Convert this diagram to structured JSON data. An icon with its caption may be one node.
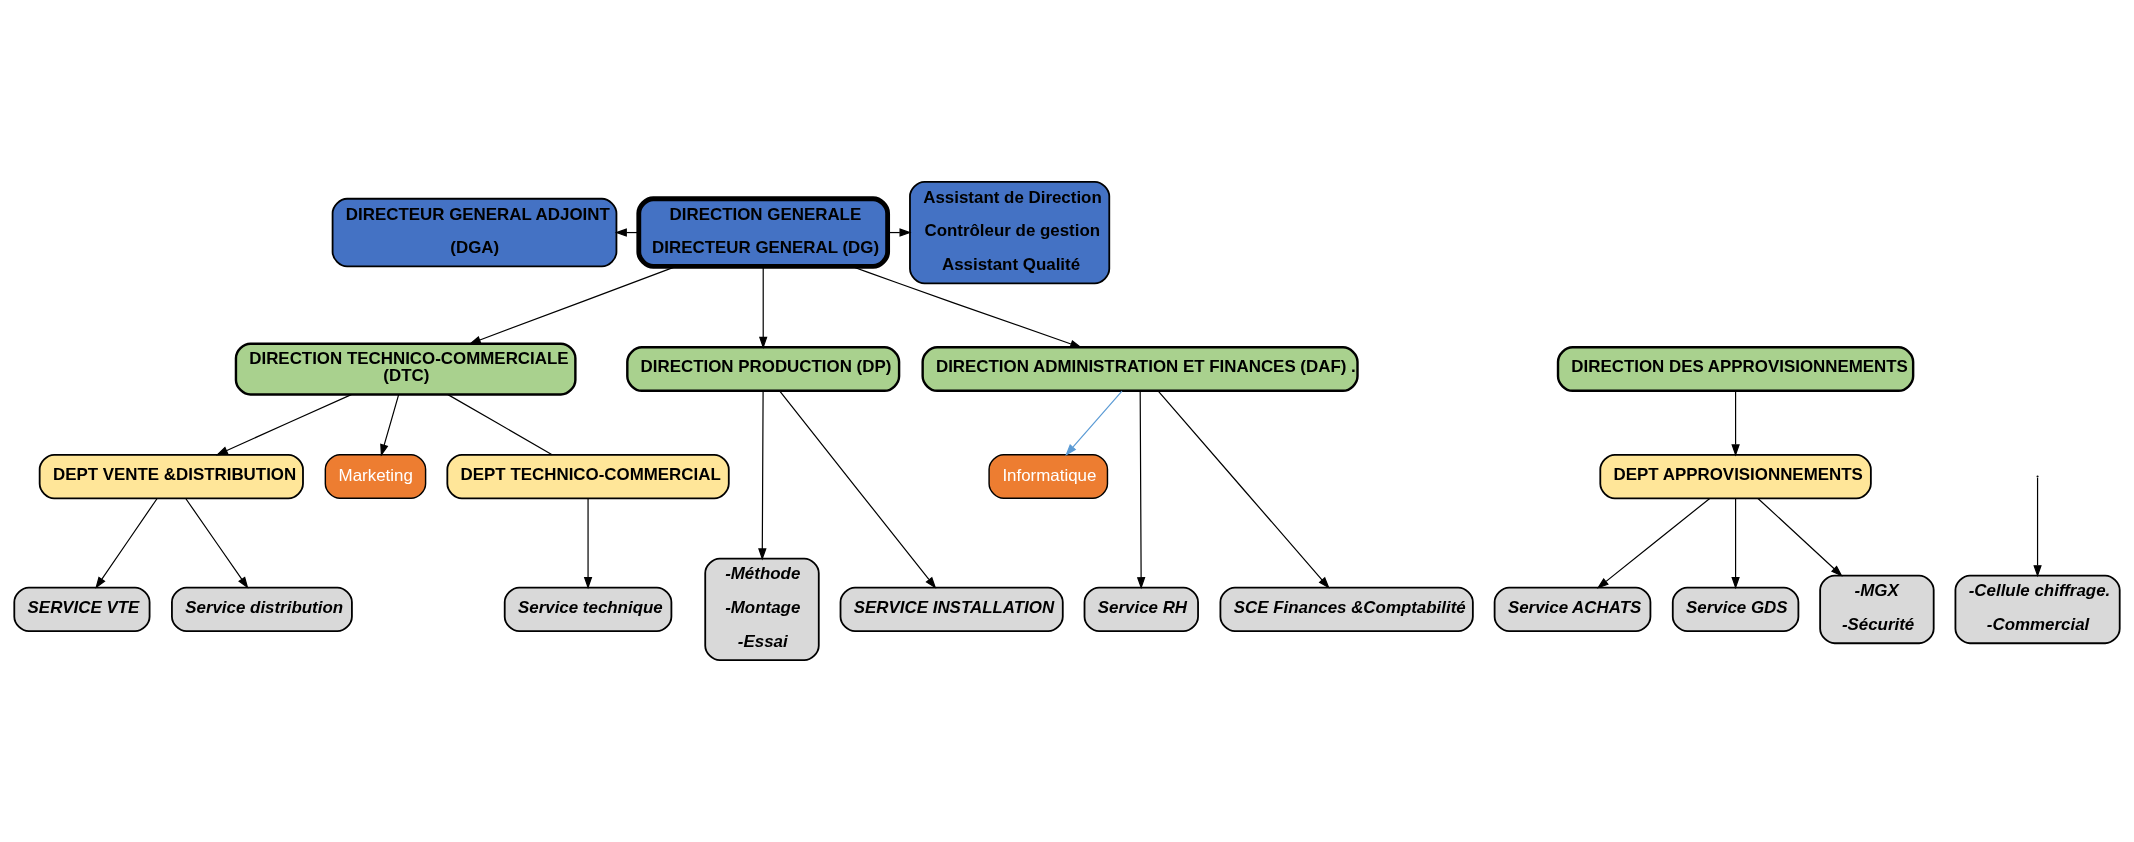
{
  "diagram": {
    "nodes": [
      {
        "text": [
          "DIRECTEUR GENERAL ADJOINT",
          "(DGA)"
        ]
      },
      {
        "text": [
          "DIRECTION GENERALE",
          "DIRECTEUR GENERAL (DG)"
        ]
      },
      {
        "text": [
          "Assistant de Direction",
          "Contrôleur de gestion",
          "Assistant Qualité"
        ]
      },
      {
        "text": [
          "DIRECTION TECHNICO-COMMERCIALE",
          "(DTC)"
        ]
      },
      {
        "text": [
          "DIRECTION PRODUCTION (DP)"
        ]
      },
      {
        "text": [
          "DIRECTION DES APPROVISIONNEMENTS"
        ]
      },
      {
        "text": [
          "DIRECTION ADMINISTRATION ET FINANCES (DAF) ."
        ]
      },
      {
        "text": [
          "DEPT VENTE &DISTRIBUTION"
        ]
      },
      {
        "text": [
          "Marketing"
        ]
      },
      {
        "text": [
          "DEPT TECHNICO-COMMERCIAL"
        ]
      },
      {
        "text": [
          "Informatique"
        ]
      },
      {
        "text": [
          "DEPT APPROVISIONNEMENTS"
        ]
      },
      {
        "text": [
          "SERVICE VTE"
        ]
      },
      {
        "text": [
          "Service distribution"
        ]
      },
      {
        "text": [
          "-Cellule chiffrage.",
          "-Commercial"
        ]
      },
      {
        "text": [
          "Service technique"
        ]
      },
      {
        "text": [
          "-Méthode",
          "-Montage",
          "-Essai"
        ]
      },
      {
        "text": [
          "SERVICE INSTALLATION"
        ]
      },
      {
        "text": [
          "Service ACHATS"
        ]
      },
      {
        "text": [
          "Service GDS"
        ]
      },
      {
        "text": [
          "-MGX",
          "-Sécurité"
        ]
      },
      {
        "text": [
          "Service RH"
        ]
      },
      {
        "text": [
          "SCE Finances &Comptabilité"
        ]
      }
    ],
    "edges": [
      {
        "from": 1,
        "to": 0,
        "arrow": "to"
      },
      {
        "from": 1,
        "to": 2,
        "arrow": "to"
      },
      {
        "from": 1,
        "to": 3,
        "arrow": "to"
      },
      {
        "from": 1,
        "to": 4,
        "arrow": "to"
      },
      {
        "from": 1,
        "to": 6,
        "arrow": "to"
      },
      {
        "from": 3,
        "to": 7,
        "arrow": "to"
      },
      {
        "from": 3,
        "to": 8,
        "arrow": "to"
      },
      {
        "from": 3,
        "to": 9,
        "arrow": "none"
      },
      {
        "from": 5,
        "to": 11,
        "arrow": "to"
      },
      {
        "from": 6,
        "to": 10,
        "arrow": "to",
        "color": "#5b9bd5"
      },
      {
        "from": 7,
        "to": 12,
        "arrow": "to"
      },
      {
        "from": 7,
        "to": 13,
        "arrow": "to"
      },
      {
        "from": null,
        "to": 14,
        "arrow": "to"
      },
      {
        "from": 9,
        "to": 15,
        "arrow": "to"
      },
      {
        "from": 4,
        "to": 16,
        "arrow": "to"
      },
      {
        "from": 4,
        "to": 17,
        "arrow": "to"
      },
      {
        "from": 11,
        "to": 18,
        "arrow": "to"
      },
      {
        "from": 11,
        "to": 19,
        "arrow": "to"
      },
      {
        "from": 11,
        "to": 20,
        "arrow": "to"
      },
      {
        "from": 6,
        "to": 21,
        "arrow": "to"
      },
      {
        "from": 6,
        "to": 22,
        "arrow": "to"
      }
    ]
  }
}
